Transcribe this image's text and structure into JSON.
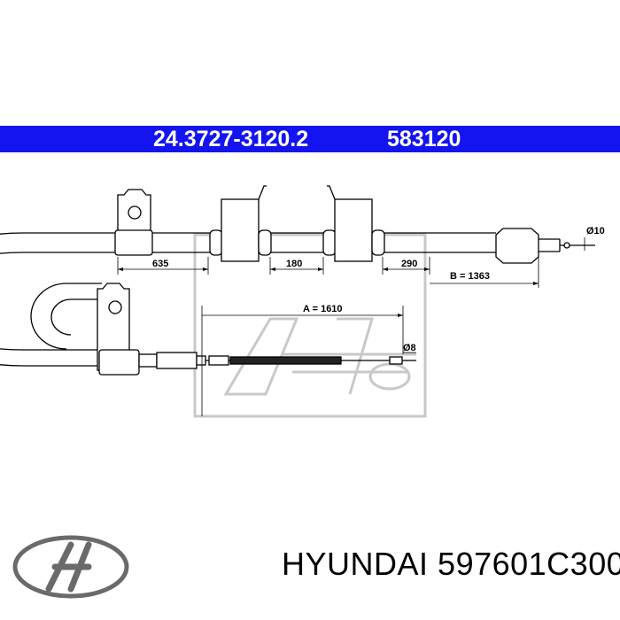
{
  "header": {
    "part_code": "24.3727-3120.2",
    "alt_code": "583120",
    "band_color": "#1414f0"
  },
  "diagram": {
    "dim_635": "635",
    "dim_180": "180",
    "dim_290": "290",
    "dim_b": "B = 1363",
    "dim_a": "A = 1610",
    "dia_10": "Ø10",
    "dia_8": "Ø8",
    "watermark_icon": "ate-logo-watermark"
  },
  "footer": {
    "brand": "HYUNDAI",
    "part_number": "597601C300",
    "logo_icon": "hyundai-logo-icon"
  }
}
